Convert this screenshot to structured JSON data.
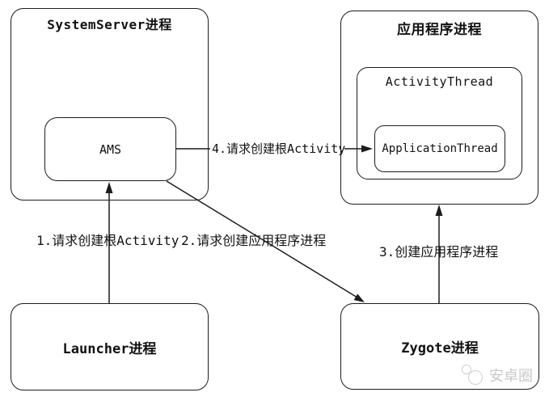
{
  "diagram": {
    "boxes": {
      "system_server": {
        "title": "SystemServer进程"
      },
      "ams": {
        "label": "AMS"
      },
      "app_process": {
        "title": "应用程序进程"
      },
      "activity_thread": {
        "label": "ActivityThread"
      },
      "application_thread": {
        "label": "ApplicationThread"
      },
      "launcher": {
        "title": "Launcher进程"
      },
      "zygote": {
        "title": "Zygote进程"
      }
    },
    "arrows": [
      {
        "label": "1.请求创建根Activity",
        "from": "Launcher进程",
        "to": "AMS"
      },
      {
        "label": "2.请求创建应用程序进程",
        "from": "AMS",
        "to": "Zygote进程"
      },
      {
        "label": "3.创建应用程序进程",
        "from": "Zygote进程",
        "to": "应用程序进程"
      },
      {
        "label": "4.请求创建根Activity",
        "from": "AMS",
        "to": "ApplicationThread"
      }
    ],
    "watermark": {
      "text": "安卓圈"
    },
    "colors": {
      "line": "#1c1c1c",
      "background": "#ffffff",
      "watermark": "#c9c9c9"
    }
  }
}
